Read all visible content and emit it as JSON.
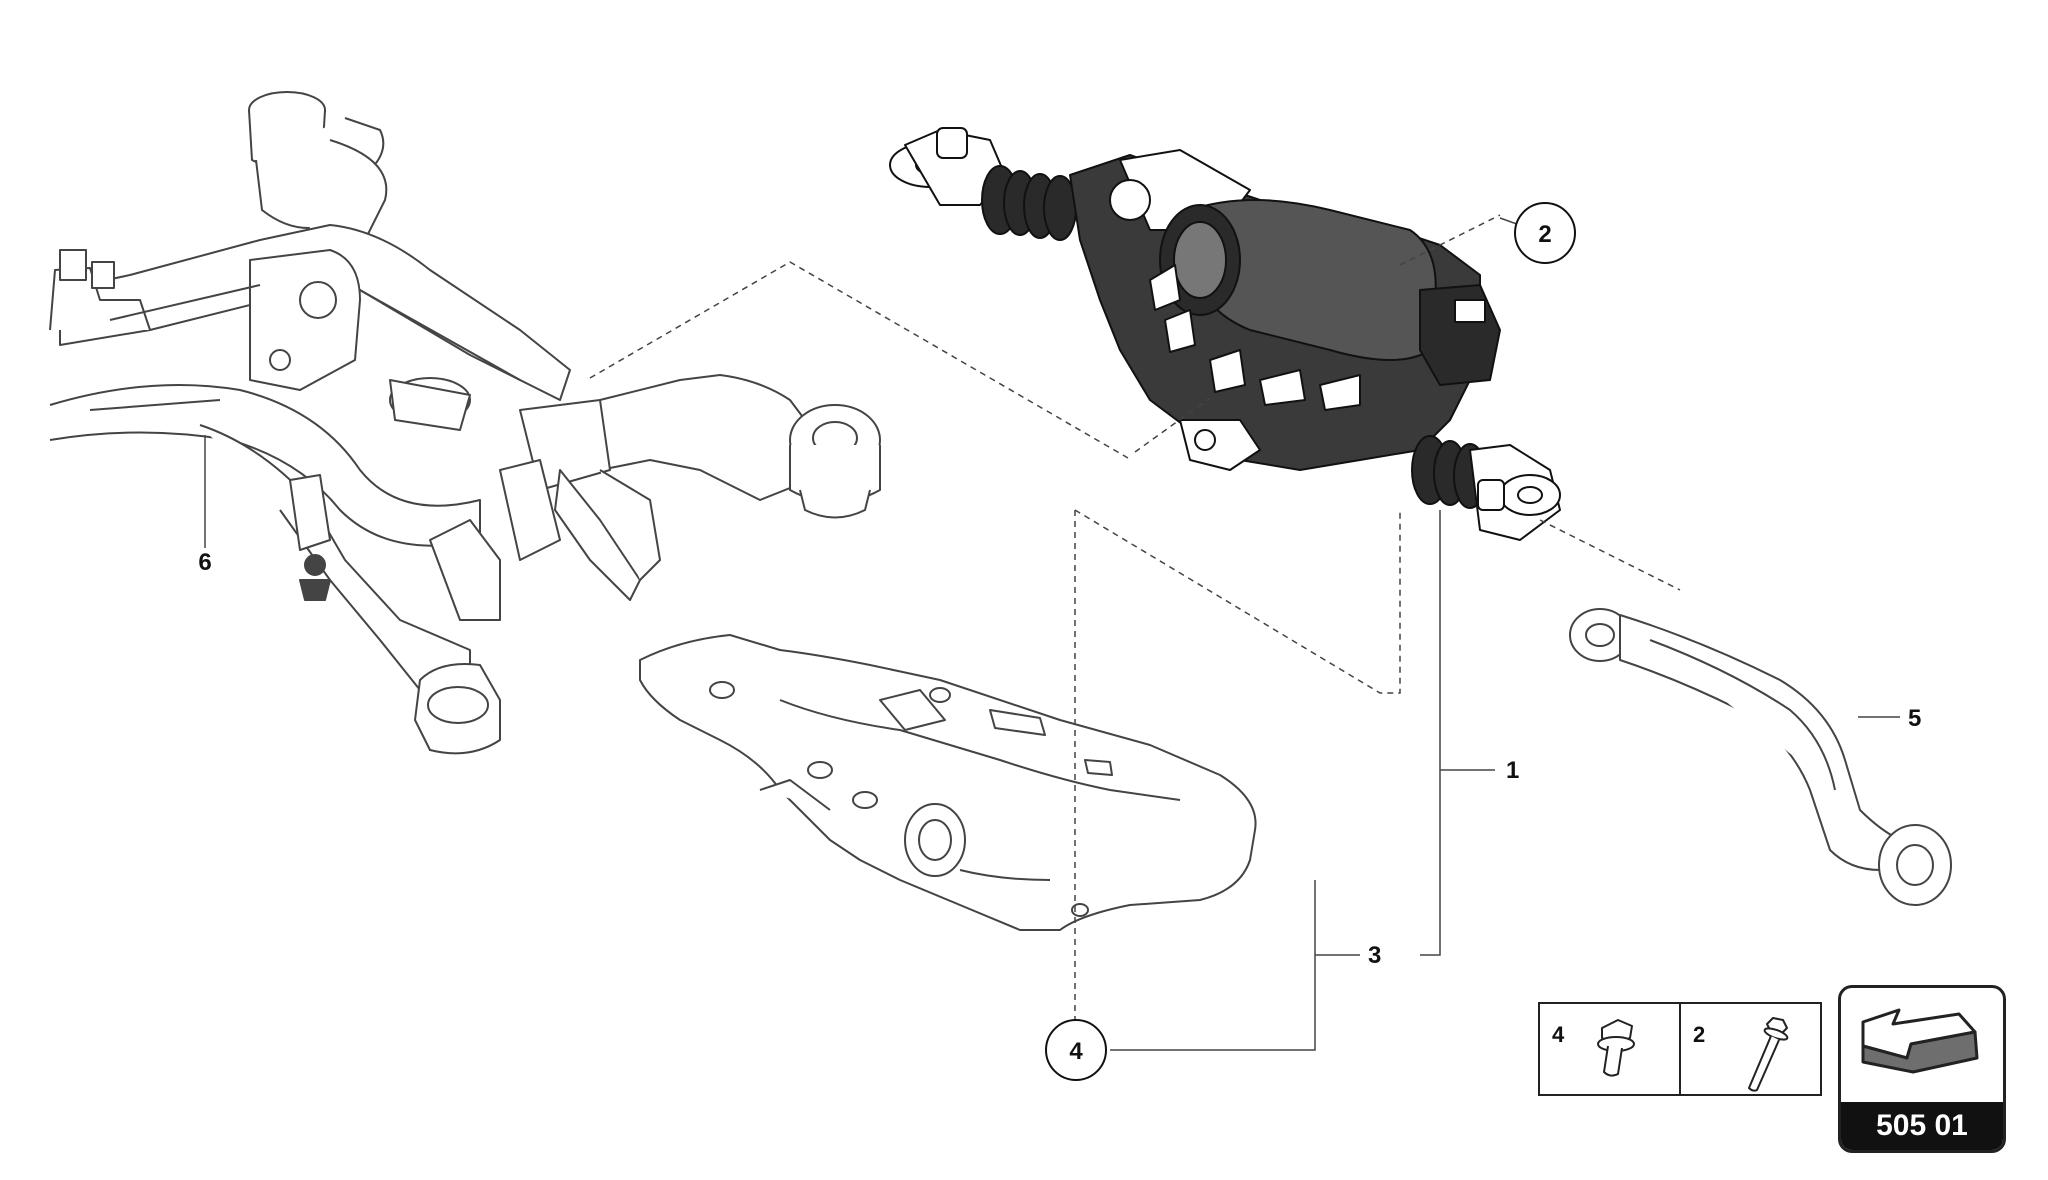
{
  "callouts": [
    {
      "id": "c1",
      "label": "1"
    },
    {
      "id": "c2",
      "label": "2"
    },
    {
      "id": "c3",
      "label": "3"
    },
    {
      "id": "c4",
      "label": "4"
    },
    {
      "id": "c5",
      "label": "5"
    },
    {
      "id": "c6",
      "label": "6"
    }
  ],
  "legend": {
    "items": [
      {
        "number": "4",
        "icon": "flange-bolt-icon"
      },
      {
        "number": "2",
        "icon": "long-bolt-icon"
      }
    ]
  },
  "group_badge": {
    "code": "505 01",
    "icon": "arrow-direction-icon"
  },
  "colors": {
    "line": "#111111",
    "part_fill": "#ffffff",
    "part_dark": "#2a2a2a",
    "badge_bg": "#111111",
    "badge_arrow": "#6e6e6e"
  }
}
